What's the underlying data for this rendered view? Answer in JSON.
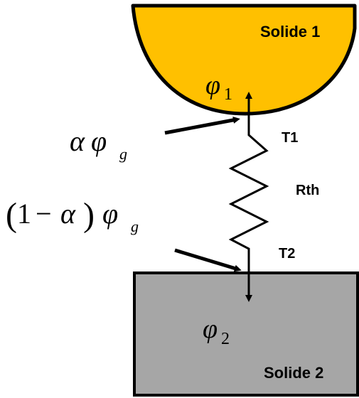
{
  "solid1": {
    "label": "Solide 1",
    "flux_symbol": "φ",
    "flux_subscript": "1",
    "color": "#FFC000"
  },
  "solid2": {
    "label": "Solide 2",
    "flux_symbol": "φ",
    "flux_subscript": "2",
    "color": "#A6A6A6"
  },
  "resistor": {
    "label": "Rth",
    "top_label": "T1",
    "bottom_label": "T2"
  },
  "flux_top": {
    "alpha": "α",
    "phi": "φ",
    "sub": "g"
  },
  "flux_bottom": {
    "open": "(",
    "one": "1",
    "minus": "−",
    "alpha": "α",
    "close": ")",
    "phi": "φ",
    "sub": "g"
  }
}
